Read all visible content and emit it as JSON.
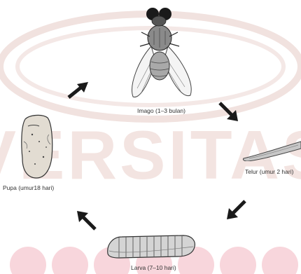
{
  "diagram": {
    "stages": [
      {
        "id": "imago",
        "label": "Imago (1–3 bulan)",
        "icon": "fly-icon"
      },
      {
        "id": "telur",
        "label": "Telur (umur 2 hari)",
        "icon": "egg-icon"
      },
      {
        "id": "larva",
        "label": "Larva (7–10 hari)",
        "icon": "larva-icon"
      },
      {
        "id": "pupa",
        "label": "Pupa (umur18 hari)",
        "icon": "pupa-icon"
      }
    ],
    "arrows": [
      "arrow-down-right",
      "arrow-down-left",
      "arrow-up-left",
      "arrow-up-right"
    ],
    "watermark": {
      "text": "UNIVERSITAS",
      "color": "#ead3cf"
    }
  }
}
